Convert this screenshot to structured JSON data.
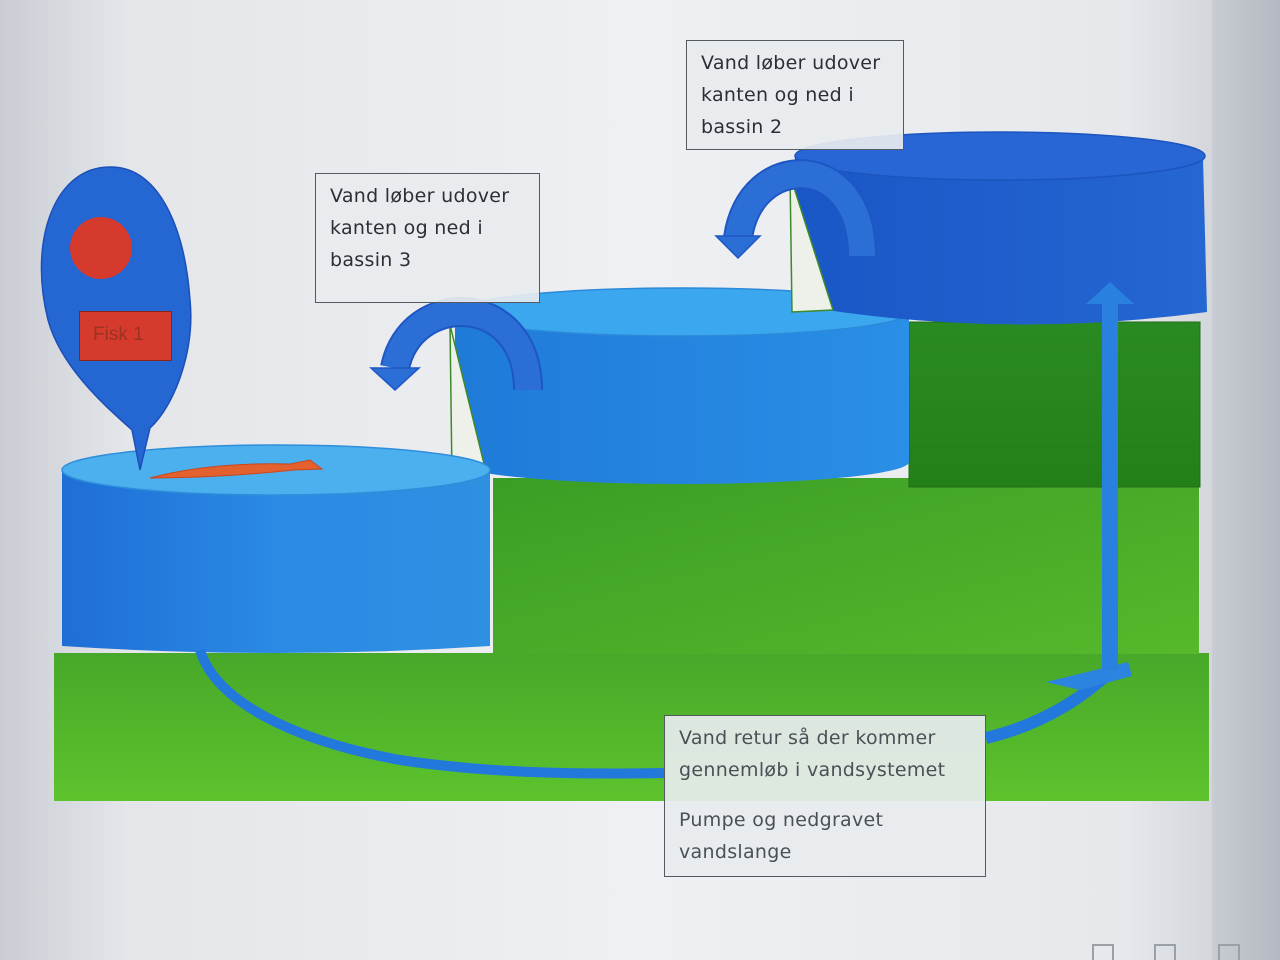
{
  "callouts": {
    "bassin2": "Vand løber udover kanten og ned i bassin 2",
    "bassin3": "Vand løber udover kanten og ned i bassin 3",
    "retur_line1": "Vand retur så der kommer gennemløb i vandsystemet",
    "retur_line2": "Pumpe og nedgravet vandslange"
  },
  "fish_label": "Fisk 1",
  "colors": {
    "water_dark": "#1d5fcf",
    "water_mid": "#2176dc",
    "water_light": "#3ba0ea",
    "ground_green": "#55b82a",
    "ground_dark": "#2c8c1c",
    "fish_orange": "#e3612e",
    "marker_red": "#d63a2c",
    "arrow_blue": "#2b6fd6"
  },
  "icons": [
    "water-flow-arrow",
    "return-pipe-arrow",
    "location-pin",
    "fish"
  ]
}
